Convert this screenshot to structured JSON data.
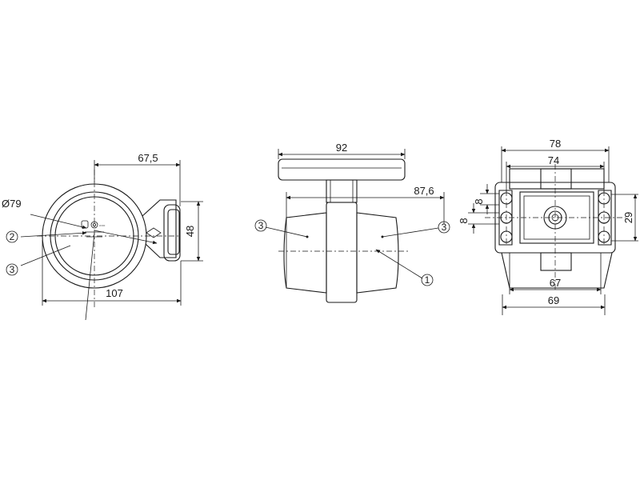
{
  "views": {
    "front": {
      "dims": {
        "width_top": "67,5",
        "height_right": "48",
        "width_bottom": "107",
        "diameter": "Ø79"
      },
      "callouts": [
        "2",
        "3"
      ]
    },
    "side": {
      "dims": {
        "width_top": "92",
        "width_body": "87,6"
      },
      "callouts": [
        "3",
        "3",
        "1"
      ]
    },
    "rear": {
      "dims": {
        "width_outer": "78",
        "width_inner": "74",
        "slot_upper": "8",
        "slot_lower": "8",
        "height_right": "29",
        "hole_spacing": "67",
        "base_width": "69"
      }
    }
  },
  "colors": {
    "line": "#1a1a1a",
    "background": "#ffffff"
  }
}
